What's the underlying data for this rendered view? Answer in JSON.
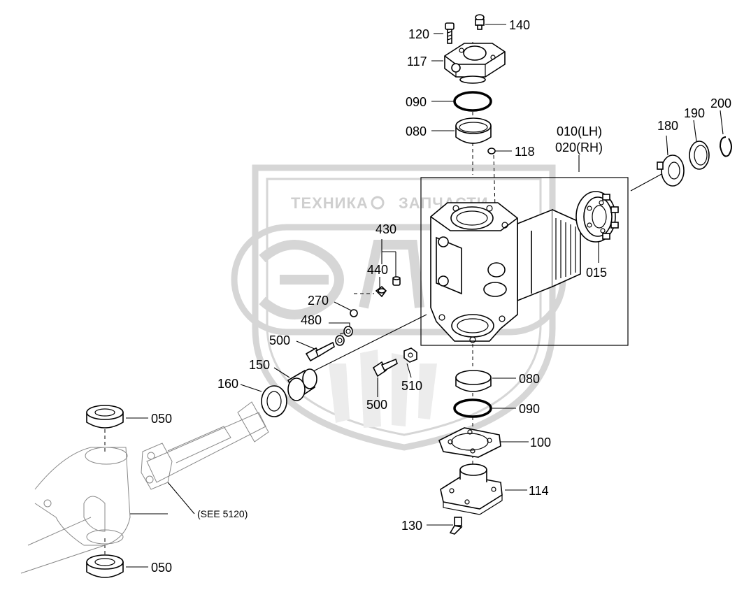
{
  "watermark": {
    "left_word": "ТЕХНИКА",
    "right_word": "ЗАПЧАСТИ",
    "big_letters": "ЭЛ"
  },
  "labels": {
    "p120": "120",
    "p140": "140",
    "p117": "117",
    "p090_top": "090",
    "p080_top": "080",
    "p118": "118",
    "p010": "010(LH)",
    "p020": "020(RH)",
    "p180": "180",
    "p190": "190",
    "p200": "200",
    "p015": "015",
    "p430": "430",
    "p440": "440",
    "p270": "270",
    "p480": "480",
    "p500_left": "500",
    "p150": "150",
    "p160": "160",
    "p510": "510",
    "p500_mid": "500",
    "p080_bottom": "080",
    "p090_bottom": "090",
    "p100": "100",
    "p114": "114",
    "p130": "130",
    "p050_top": "050",
    "p050_bottom": "050",
    "see_ref": "(SEE 5120)"
  }
}
